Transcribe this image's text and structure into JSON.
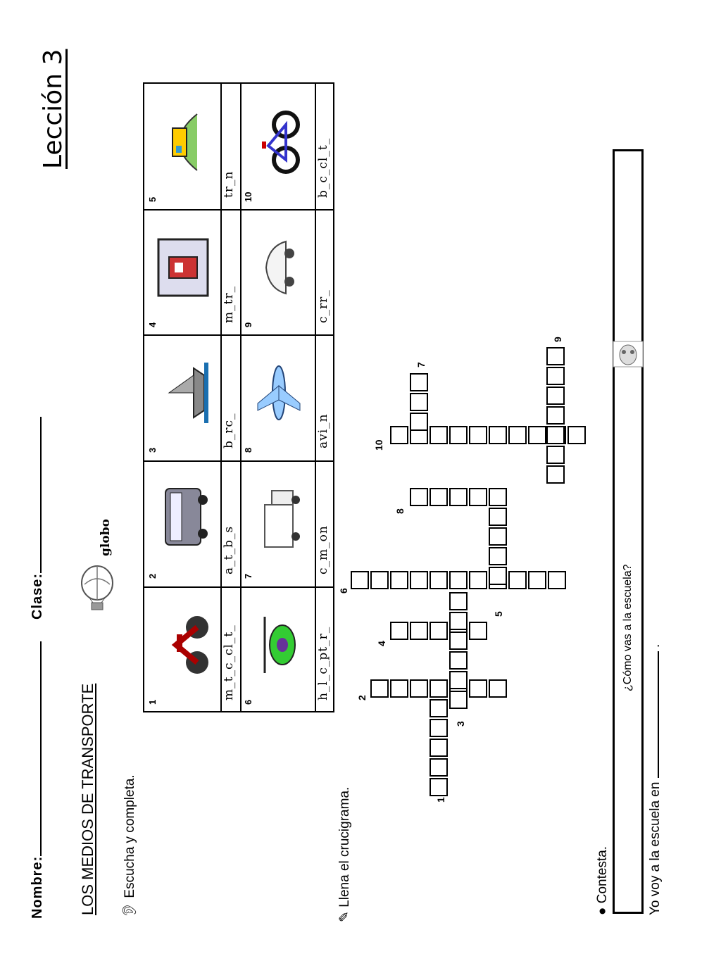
{
  "header": {
    "title": "Lección 3",
    "nombre_label": "Nombre:",
    "clase_label": "Clase:",
    "section_title": "LOS MEDIOS DE TRANSPORTE",
    "example_word": "globo"
  },
  "instructions": {
    "listen": "Escucha y completa.",
    "crossword": "Llena el crucigrama.",
    "answer": "Contesta."
  },
  "transport": [
    {
      "num": "1",
      "pattern": "m_t_c_cl_t_",
      "icon": "motorcycle-icon"
    },
    {
      "num": "2",
      "pattern": "a_t_b_s",
      "icon": "bus-icon"
    },
    {
      "num": "3",
      "pattern": "b_rc_",
      "icon": "boat-icon"
    },
    {
      "num": "4",
      "pattern": "m_tr_",
      "icon": "metro-icon"
    },
    {
      "num": "5",
      "pattern": "tr_n",
      "icon": "train-icon"
    },
    {
      "num": "6",
      "pattern": "h_l_c_pt_r_",
      "icon": "helicopter-icon"
    },
    {
      "num": "7",
      "pattern": "c_m_on",
      "icon": "truck-icon"
    },
    {
      "num": "8",
      "pattern": "avi_n",
      "icon": "airplane-icon"
    },
    {
      "num": "9",
      "pattern": "c_rr_",
      "icon": "car-icon"
    },
    {
      "num": "10",
      "pattern": "b_c_cl_t_",
      "icon": "bicycle-icon"
    }
  ],
  "crossword_numbers": [
    "1",
    "2",
    "3",
    "4",
    "5",
    "6",
    "7",
    "8",
    "9",
    "10"
  ],
  "question": {
    "text": "¿Cómo vas a la escuela?",
    "sentence": "Yo voy a la escuela en",
    "end_mark": "."
  },
  "colors": {
    "ink": "#000000",
    "line": "#000000"
  }
}
